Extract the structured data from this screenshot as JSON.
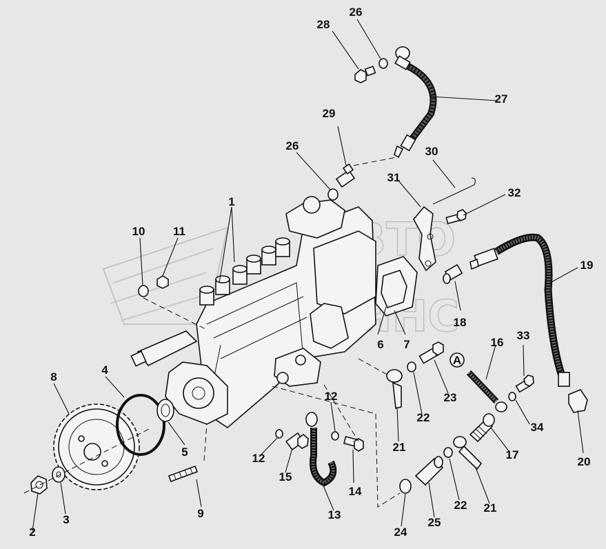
{
  "watermark": {
    "line1": "АВТО",
    "line2": "АЛЬЯНС"
  },
  "callout": "A",
  "labels": [
    {
      "id": "1",
      "text": "1"
    },
    {
      "id": "2",
      "text": "2"
    },
    {
      "id": "3",
      "text": "3"
    },
    {
      "id": "4",
      "text": "4"
    },
    {
      "id": "5",
      "text": "5"
    },
    {
      "id": "6",
      "text": "6"
    },
    {
      "id": "7",
      "text": "7"
    },
    {
      "id": "8",
      "text": "8"
    },
    {
      "id": "9",
      "text": "9"
    },
    {
      "id": "10",
      "text": "10"
    },
    {
      "id": "11",
      "text": "11"
    },
    {
      "id": "12a",
      "text": "12"
    },
    {
      "id": "12b",
      "text": "12"
    },
    {
      "id": "13",
      "text": "13"
    },
    {
      "id": "14",
      "text": "14"
    },
    {
      "id": "15",
      "text": "15"
    },
    {
      "id": "16",
      "text": "16"
    },
    {
      "id": "17",
      "text": "17"
    },
    {
      "id": "18",
      "text": "18"
    },
    {
      "id": "19",
      "text": "19"
    },
    {
      "id": "20",
      "text": "20"
    },
    {
      "id": "21a",
      "text": "21"
    },
    {
      "id": "21b",
      "text": "21"
    },
    {
      "id": "22a",
      "text": "22"
    },
    {
      "id": "22b",
      "text": "22"
    },
    {
      "id": "23",
      "text": "23"
    },
    {
      "id": "24",
      "text": "24"
    },
    {
      "id": "25",
      "text": "25"
    },
    {
      "id": "26a",
      "text": "26"
    },
    {
      "id": "26b",
      "text": "26"
    },
    {
      "id": "27",
      "text": "27"
    },
    {
      "id": "28",
      "text": "28"
    },
    {
      "id": "29",
      "text": "29"
    },
    {
      "id": "30",
      "text": "30"
    },
    {
      "id": "31",
      "text": "31"
    },
    {
      "id": "32",
      "text": "32"
    },
    {
      "id": "33",
      "text": "33"
    },
    {
      "id": "34",
      "text": "34"
    }
  ]
}
